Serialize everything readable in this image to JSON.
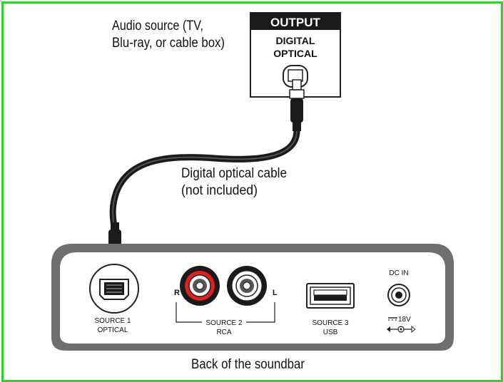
{
  "labels": {
    "audio_source_line1": "Audio source (TV,",
    "audio_source_line2": "Blu-ray, or cable box)",
    "cable_line1": "Digital optical cable",
    "cable_line2": "(not included)",
    "bottom_caption": "Back of the soundbar"
  },
  "output_box": {
    "header": "OUTPUT",
    "line1": "DIGITAL",
    "line2": "OPTICAL"
  },
  "soundbar": {
    "source1_line1": "SOURCE 1",
    "source1_line2": "OPTICAL",
    "rca_left_letter": "R",
    "rca_right_letter": "L",
    "source2_line1": "SOURCE 2",
    "source2_line2": "RCA",
    "source3_line1": "SOURCE 3",
    "source3_line2": "USB",
    "dc_in": "DC IN",
    "voltage": "18V"
  },
  "colors": {
    "frame": "#33cc33",
    "panel": "#6e6e6e",
    "rca_red": "#e0201e",
    "cable": "#1a1a1a"
  }
}
